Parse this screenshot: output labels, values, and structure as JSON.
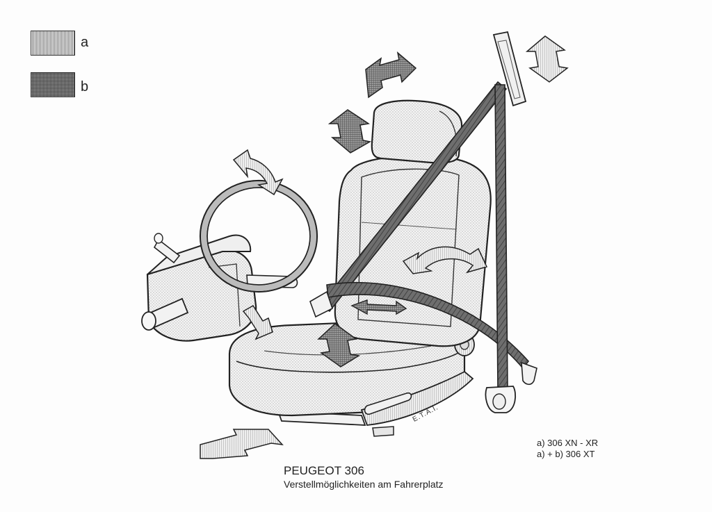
{
  "legend": {
    "a_label": "a",
    "b_label": "b"
  },
  "models": {
    "line1": "a) 306 XN - XR",
    "line2": "a) + b) 306 XT"
  },
  "caption": {
    "title": "PEUGEOT 306",
    "subtitle": "Verstellmöglichkeiten am Fahrerplatz"
  },
  "signature": "E.T.A.I.",
  "colors": {
    "line": "#222222",
    "fill_a": "#dcdcdc",
    "fill_b": "#8a8a8a",
    "seat": "#ececec"
  }
}
